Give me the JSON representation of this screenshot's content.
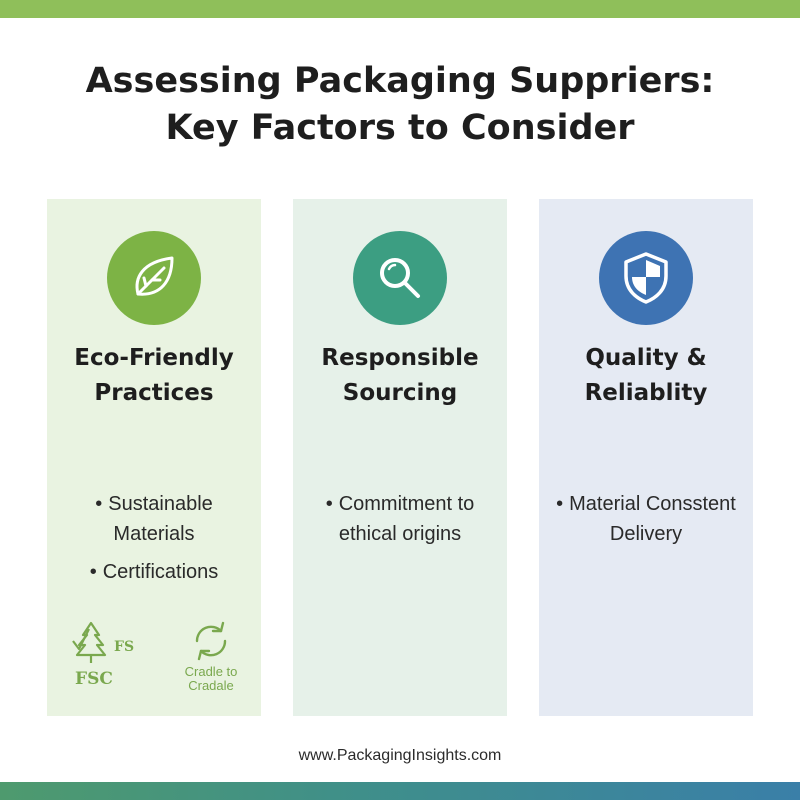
{
  "title": {
    "line1": "Assessing Packaging Suppriers:",
    "line2": "Key Factors to Consider"
  },
  "colors": {
    "top_bar": "#8fbf5a",
    "eco_accent": "#7db345",
    "sourcing_accent": "#3c9e82",
    "quality_accent": "#3e73b3"
  },
  "cards": [
    {
      "icon": "leaf-icon",
      "title_line1": "Eco-Friendly",
      "title_line2": "Practices",
      "bullets": [
        "Sustainable Materials",
        "Certifications"
      ],
      "certifications": {
        "fsc_mark": "FS",
        "fsc_label": "FSC",
        "c2c_label_line1": "Cradle to",
        "c2c_label_line2": "Cradale"
      }
    },
    {
      "icon": "magnifier-icon",
      "title_line1": "Responsible",
      "title_line2": "Sourcing",
      "bullets": [
        "Commitment to ethical origins"
      ]
    },
    {
      "icon": "shield-icon",
      "title_line1": "Quality &",
      "title_line2": "Reliablity",
      "bullets": [
        "Material Consstent Delivery"
      ]
    }
  ],
  "footer": "www.PackagingInsights.com"
}
